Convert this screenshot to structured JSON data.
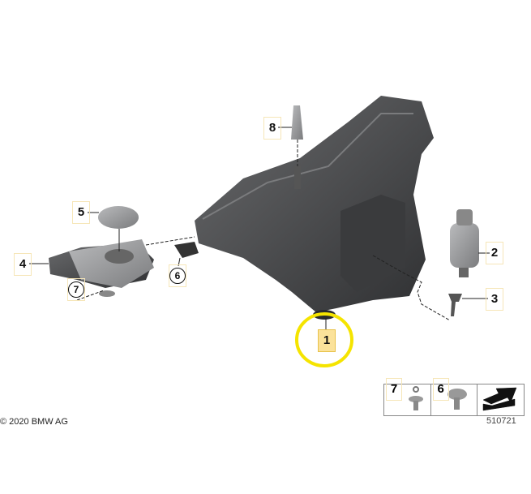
{
  "callouts": [
    {
      "id": "1",
      "part": "washer-fluid-reservoir",
      "highlighted": true
    },
    {
      "id": "2",
      "part": "washer-pump"
    },
    {
      "id": "3",
      "part": "screw"
    },
    {
      "id": "4",
      "part": "filler-neck"
    },
    {
      "id": "5",
      "part": "filler-cap"
    },
    {
      "id": "6",
      "part": "bolt",
      "circled": true
    },
    {
      "id": "7",
      "part": "expanding-rivet",
      "circled": true
    },
    {
      "id": "8",
      "part": "nozzle-plug"
    }
  ],
  "legend": {
    "items": [
      "7",
      "6"
    ]
  },
  "copyright": "© 2020 BMW AG",
  "diagram_number": "510721",
  "colors": {
    "highlight": "#f5e400",
    "label_fill": "#fbe29a",
    "part_gray": "#4a4b4d"
  }
}
